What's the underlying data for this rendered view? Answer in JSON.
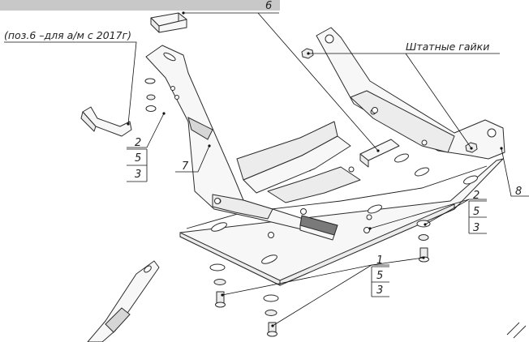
{
  "callouts": {
    "note_ref": "(поз.6 –для а/м с 2017г)",
    "nuts_ref": "Штатные гайки",
    "pos6": "6",
    "pos7": "7",
    "pos8": "8",
    "stack_left": [
      "2",
      "5",
      "3"
    ],
    "stack_right": [
      "2",
      "5",
      "3"
    ],
    "stack_bottom": [
      "1",
      "5",
      "3"
    ]
  }
}
